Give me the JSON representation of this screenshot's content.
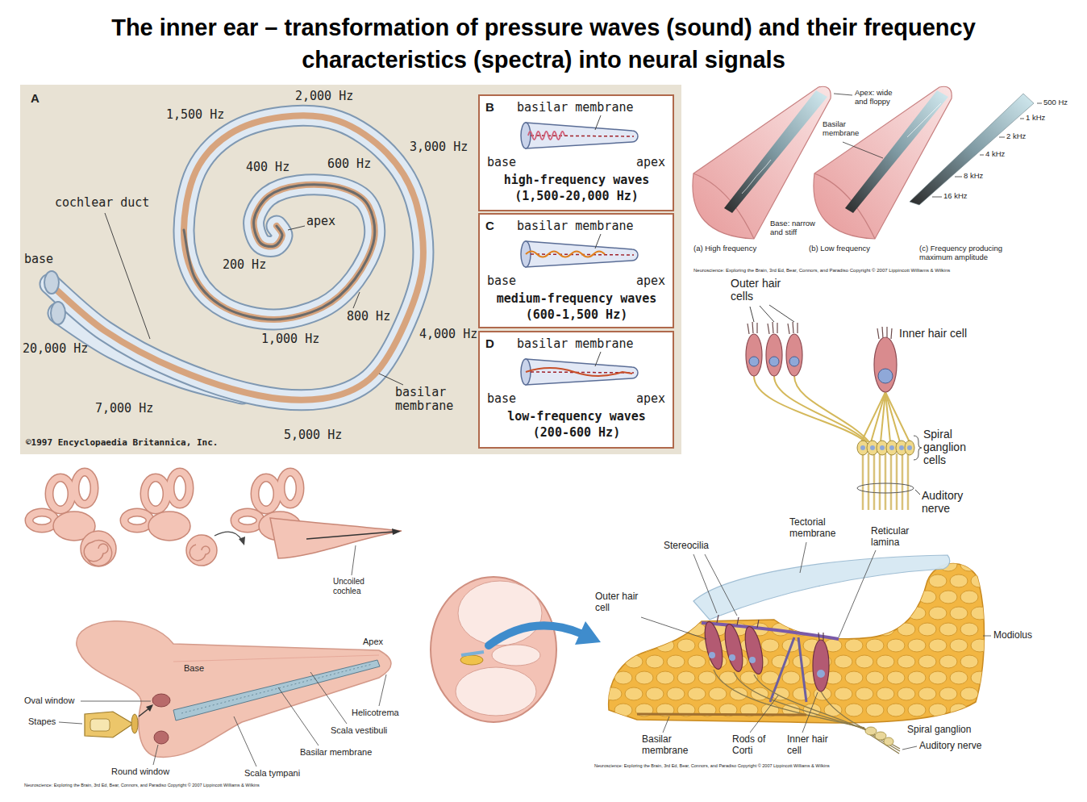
{
  "diagram": {
    "title": "The inner ear – transformation of pressure waves (sound) and their frequency characteristics (spectra) into neural signals",
    "nodes": [
      {
        "text": [
          "B",
          "basilar membrane",
          "base",
          "apex",
          "high-frequency waves (1,500-20,000 Hz)"
        ]
      },
      {
        "text": [
          "C",
          "basilar membrane",
          "base",
          "apex",
          "medium-frequency waves (600-1,500 Hz)"
        ]
      },
      {
        "text": [
          "D",
          "basilar membrane",
          "base",
          "apex",
          "low-frequency waves (200-600 Hz)"
        ]
      }
    ],
    "labels": [
      "A",
      "2,000 Hz",
      "1,500 Hz",
      "3,000 Hz",
      "400 Hz",
      "600 Hz",
      "cochlear duct",
      "apex",
      "base",
      "200 Hz",
      "800 Hz",
      "20,000 Hz",
      "1,000 Hz",
      "4,000 Hz",
      "basilar membrane",
      "7,000 Hz",
      "5,000 Hz",
      "©1997 Encyclopaedia Britannica, Inc.",
      "Apex: wide and floppy",
      "Basilar membrane",
      "500 Hz",
      "1 kHz",
      "2 kHz",
      "4 kHz",
      "8 kHz",
      "16 kHz",
      "Base: narrow and stiff",
      "(a) High frequency",
      "(b) Low frequency",
      "(c) Frequency producing maximum amplitude",
      "Neuroscience: Exploring the Brain, 3rd Ed, Bear, Connors, and Paradiso Copyright © 2007 Lippincott Williams & Wilkins",
      "Outer hair cells",
      "Inner hair cell",
      "Spiral ganglion cells",
      "Auditory nerve",
      "Uncoiled cochlea",
      "Base",
      "Apex",
      "Oval window",
      "Stapes",
      "Helicotrema",
      "Scala vestibuli",
      "Basilar membrane",
      "Round window",
      "Scala tympani",
      "Neuroscience: Exploring the Brain, 3rd Ed, Bear, Connors, and Paradiso Copyright © 2007 Lippincott Williams & Wilkins",
      "Stereocilia",
      "Tectorial membrane",
      "Reticular lamina",
      "Outer hair cell",
      "Modiolus",
      "Basilar membrane",
      "Rods of Corti",
      "Inner hair cell",
      "Spiral ganglion",
      "Auditory nerve",
      "Neuroscience: Exploring the Brain, 3rd Ed, Bear, Connors, and Paradiso Copyright © 2007 Lippincott Williams & Wilkins"
    ]
  }
}
